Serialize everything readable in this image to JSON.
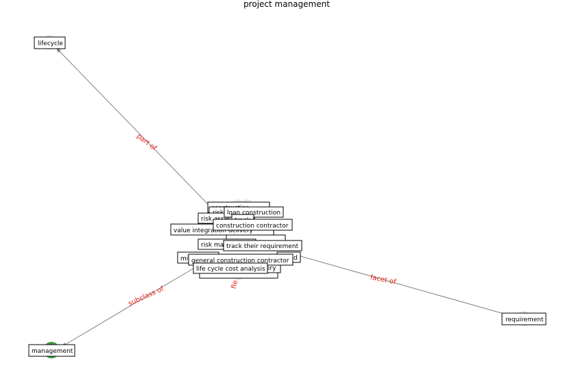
{
  "title": "project management",
  "colors": {
    "edge": "#808080",
    "edge_label": "#e8231c",
    "node_halo": "#e6e6e6",
    "focus_node": "#3a9a3a"
  },
  "nodes": {
    "lifecycle": "lifecycle",
    "requirement": "requirement",
    "management": "management",
    "c1": "risk assessment",
    "c2": "loan construction",
    "c3": "construction contractor",
    "c4": "value integration delivery",
    "c5": "risk management",
    "c6": "track their requirement",
    "c7": "general construction contractor",
    "c8": "life cycle cost analysis",
    "c9": "track",
    "c10": "construction",
    "c11": "risk",
    "c12": "mi",
    "c13": "d",
    "c14": "ery"
  },
  "edges": {
    "part_of": "part of",
    "subclass_of": "subclass of",
    "facet_of": "facet of",
    "field": "fie"
  }
}
